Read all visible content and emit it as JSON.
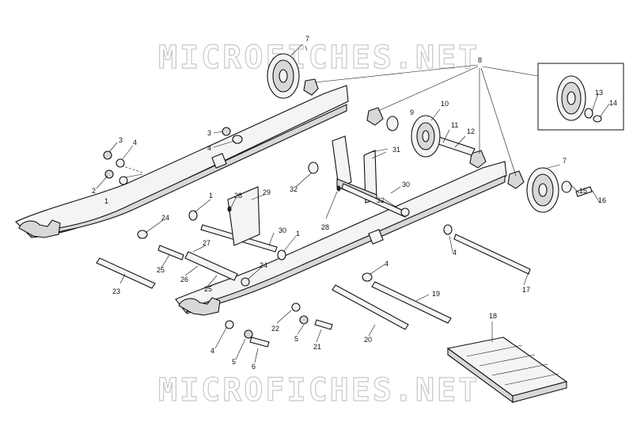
{
  "watermark": {
    "top": "MICROFICHES.NET",
    "bottom": "MICROFICHES.NET"
  },
  "callouts": [
    {
      "id": "c7a",
      "label": "7"
    },
    {
      "id": "c8",
      "label": "8"
    },
    {
      "id": "c9",
      "label": "9"
    },
    {
      "id": "c10",
      "label": "10"
    },
    {
      "id": "c11",
      "label": "11"
    },
    {
      "id": "c12",
      "label": "12"
    },
    {
      "id": "c13",
      "label": "13"
    },
    {
      "id": "c14",
      "label": "14"
    },
    {
      "id": "c7b",
      "label": "7"
    },
    {
      "id": "c15",
      "label": "15"
    },
    {
      "id": "c16",
      "label": "16"
    },
    {
      "id": "c3a",
      "label": "3"
    },
    {
      "id": "c4a",
      "label": "4"
    },
    {
      "id": "c3b",
      "label": "3"
    },
    {
      "id": "c4b",
      "label": "4"
    },
    {
      "id": "c2",
      "label": "2"
    },
    {
      "id": "c1a",
      "label": "1"
    },
    {
      "id": "c31",
      "label": "31"
    },
    {
      "id": "c32a",
      "label": "32"
    },
    {
      "id": "c1b",
      "label": "1"
    },
    {
      "id": "c28a",
      "label": "28"
    },
    {
      "id": "c29",
      "label": "29"
    },
    {
      "id": "c24a",
      "label": "24"
    },
    {
      "id": "c30a",
      "label": "30"
    },
    {
      "id": "c28b",
      "label": "28"
    },
    {
      "id": "c30b",
      "label": "30"
    },
    {
      "id": "c32b",
      "label": "32"
    },
    {
      "id": "c1c",
      "label": "1"
    },
    {
      "id": "c27",
      "label": "27"
    },
    {
      "id": "c25a",
      "label": "25"
    },
    {
      "id": "c26",
      "label": "26"
    },
    {
      "id": "c25b",
      "label": "25"
    },
    {
      "id": "c24b",
      "label": "24"
    },
    {
      "id": "c23",
      "label": "23"
    },
    {
      "id": "c4c",
      "label": "4"
    },
    {
      "id": "c4d",
      "label": "4"
    },
    {
      "id": "c17",
      "label": "17"
    },
    {
      "id": "c19",
      "label": "19"
    },
    {
      "id": "c22",
      "label": "22"
    },
    {
      "id": "c5a",
      "label": "5"
    },
    {
      "id": "c21",
      "label": "21"
    },
    {
      "id": "c20",
      "label": "20"
    },
    {
      "id": "c18",
      "label": "18"
    },
    {
      "id": "c4e",
      "label": "4"
    },
    {
      "id": "c5b",
      "label": "5"
    },
    {
      "id": "c6",
      "label": "6"
    }
  ]
}
